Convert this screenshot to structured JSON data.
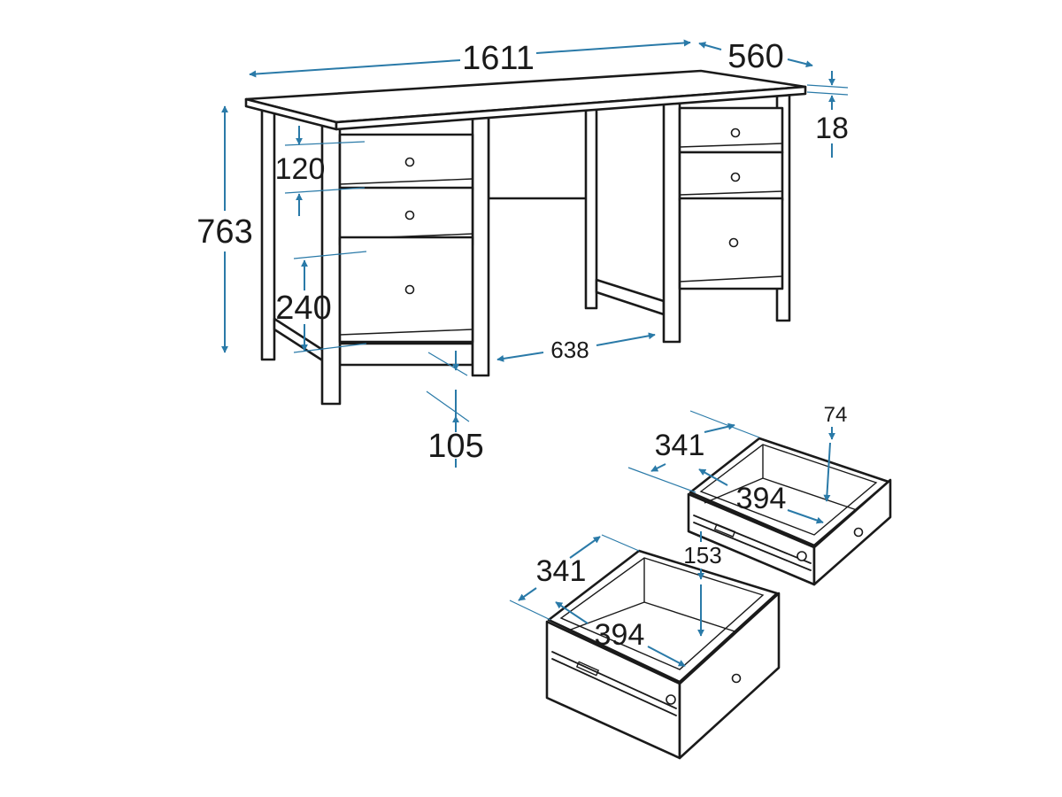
{
  "colors": {
    "line": "#1a1a1a",
    "dimension": "#2a7aa8",
    "background": "#ffffff"
  },
  "dimensions": {
    "desk_width": "1611",
    "desk_depth": "560",
    "top_thickness": "18",
    "desk_height": "763",
    "small_drawer_height": "120",
    "large_drawer_height": "240",
    "knee_space_width": "638",
    "pedestal_offset": "105"
  },
  "small_drawer": {
    "width": "341",
    "depth": "394",
    "height": "74"
  },
  "large_drawer": {
    "width": "341",
    "depth": "394",
    "height": "153"
  }
}
